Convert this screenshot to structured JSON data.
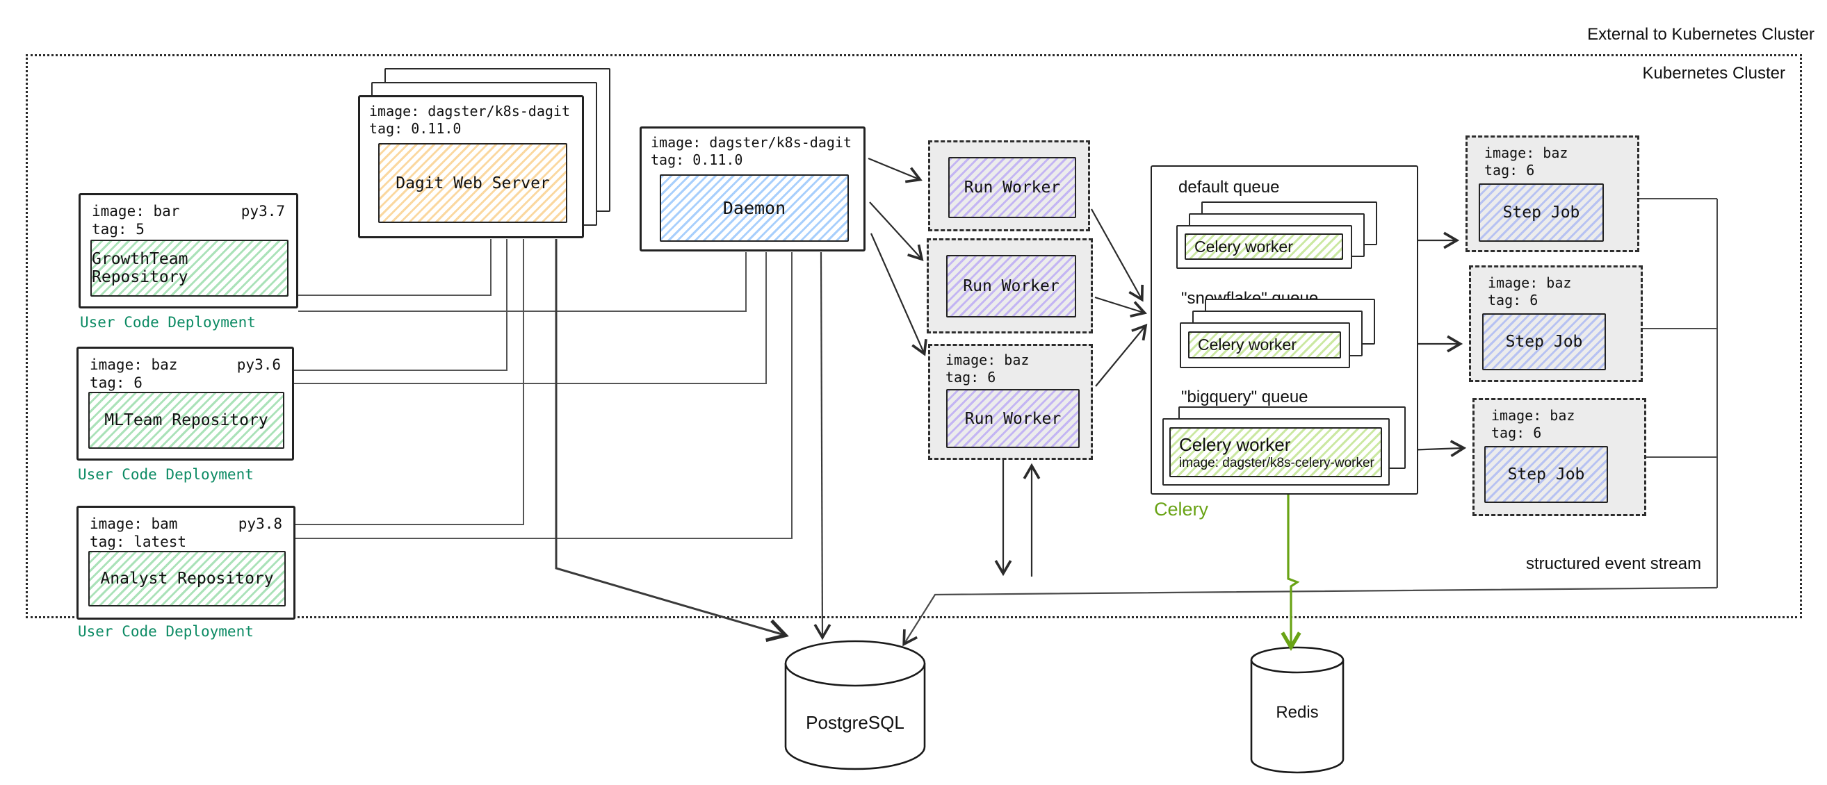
{
  "cluster": {
    "external_label": "External to Kubernetes Cluster",
    "internal_label": "Kubernetes Cluster"
  },
  "user_code_deployments": [
    {
      "image": "image: bar",
      "py": "py3.7",
      "tag": "tag: 5",
      "repo": "GrowthTeam Repository",
      "caption": "User Code Deployment"
    },
    {
      "image": "image: baz",
      "py": "py3.6",
      "tag": "tag: 6",
      "repo": "MLTeam Repository",
      "caption": "User Code Deployment"
    },
    {
      "image": "image: bam",
      "py": "py3.8",
      "tag": "tag: latest",
      "repo": "Analyst Repository",
      "caption": "User Code Deployment"
    }
  ],
  "dagit": {
    "image": "image: dagster/k8s-dagit",
    "tag": "tag: 0.11.0",
    "label": "Dagit Web Server"
  },
  "daemon": {
    "image": "image: dagster/k8s-dagit",
    "tag": "tag: 0.11.0",
    "label": "Daemon"
  },
  "run_workers": [
    {
      "label": "Run Worker"
    },
    {
      "label": "Run Worker"
    },
    {
      "image": "image: baz",
      "tag": "tag: 6",
      "label": "Run Worker"
    }
  ],
  "celery": {
    "caption": "Celery",
    "queues": [
      {
        "name": "default queue",
        "worker": "Celery worker"
      },
      {
        "name": "\"snowflake\" queue",
        "worker": "Celery worker"
      },
      {
        "name": "\"bigquery\" queue",
        "worker": "Celery worker",
        "worker_image": "image: dagster/k8s-celery-worker"
      }
    ]
  },
  "step_jobs": [
    {
      "image": "image: baz",
      "tag": "tag: 6",
      "label": "Step Job"
    },
    {
      "image": "image: baz",
      "tag": "tag: 6",
      "label": "Step Job"
    },
    {
      "image": "image: baz",
      "tag": "tag: 6",
      "label": "Step Job"
    }
  ],
  "databases": [
    {
      "label": "PostgreSQL"
    },
    {
      "label": "Redis"
    }
  ],
  "annotations": {
    "event_stream": "structured event stream"
  },
  "colors": {
    "repo_green": "#57c573",
    "dagit_orange": "#f7b752",
    "daemon_blue": "#60a8fa",
    "run_worker_purple": "#9b7efa",
    "step_job_lavender": "#8298f8",
    "celery_lime": "#a0d655",
    "celery_green_accent": "#69a315",
    "user_code_teal": "#0b8a63",
    "dashed_pod_bg": "#ececec",
    "line_gray": "#555555"
  }
}
